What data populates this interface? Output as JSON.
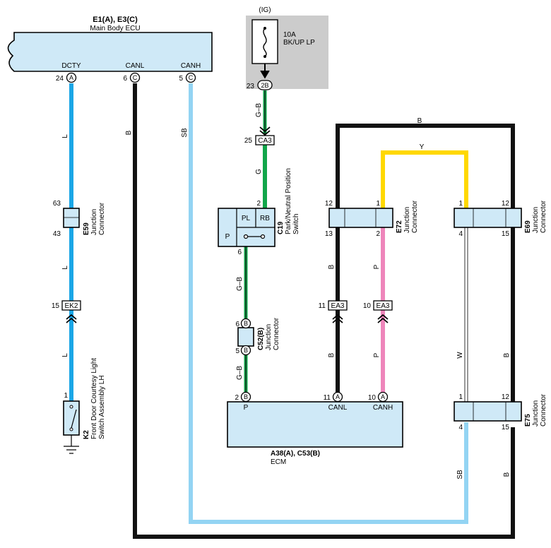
{
  "colors": {
    "L": "#1aa6e6",
    "B": "#111111",
    "SB": "#93d4f3",
    "G": "#11a64a",
    "Y": "#ffd800",
    "P": "#ee86bb",
    "W": "#ffffff",
    "box_fill": "#cfe9f7",
    "ig_fill": "#cccccc"
  },
  "components": {
    "main_ecu": {
      "code": "E1(A), E3(C)",
      "name": "Main Body ECU",
      "pins": {
        "dcty": "DCTY",
        "canl": "CANL",
        "canh": "CANH"
      },
      "pin_nums": {
        "dcty": "24",
        "canl": "6",
        "canh": "5"
      },
      "conn": {
        "dcty": "A",
        "canl": "C",
        "canh": "C"
      }
    },
    "ig": {
      "label": "(IG)",
      "fuse_amp": "10A",
      "fuse_name": "BK/UP LP",
      "pin_num": "23",
      "pin_conn": "2B"
    },
    "ca3": {
      "pin": "25",
      "name": "CA3"
    },
    "c19": {
      "code": "C19",
      "name_line1": "Park/Neutral Position",
      "name_line2": "Switch",
      "top_pin": "2",
      "bottom_pin": "6",
      "pl": "PL",
      "rb": "RB",
      "p": "P"
    },
    "c52": {
      "code": "C52(B)",
      "name_line1": "Junction",
      "name_line2": "Connector",
      "top_pin": "6",
      "bottom_pin": "5",
      "conn": "B"
    },
    "ecm": {
      "code": "A38(A), C53(B)",
      "name": "ECM",
      "pins": {
        "p": "P",
        "canl": "CANL",
        "canh": "CANH"
      },
      "pin_nums": {
        "p": "2",
        "canl": "11",
        "canh": "10"
      },
      "conn": {
        "p": "B",
        "canl": "A",
        "canh": "A"
      }
    },
    "e59": {
      "code": "E59",
      "name_line1": "Junction",
      "name_line2": "Connector",
      "top_pin": "63",
      "bottom_pin": "43"
    },
    "ek2": {
      "pin": "15",
      "name": "EK2"
    },
    "k2": {
      "code": "K2",
      "name_line1": "Front Door Courtesy Light",
      "name_line2": "Switch Assembly LH",
      "pin": "1"
    },
    "e72": {
      "code": "E72",
      "name_line1": "Junction",
      "name_line2": "Connector",
      "pins": {
        "tl": "12",
        "tr": "1",
        "bl": "13",
        "br": "2"
      }
    },
    "e69": {
      "code": "E69",
      "name_line1": "Junction",
      "name_line2": "Connector",
      "pins": {
        "tl": "1",
        "tr": "12",
        "bl": "4",
        "br": "15"
      }
    },
    "e75": {
      "code": "E75",
      "name_line1": "Junction",
      "name_line2": "Connector",
      "pins": {
        "tl": "1",
        "tr": "12",
        "bl": "4",
        "br": "15"
      }
    },
    "ea3_left": {
      "pin": "11",
      "name": "EA3"
    },
    "ea3_right": {
      "pin": "10",
      "name": "EA3"
    }
  },
  "wire_labels": {
    "dcty_l1": "L",
    "dcty_l2": "L",
    "dcty_l3": "L",
    "canl_b": "B",
    "canh_sb": "SB",
    "ig_gb": "G–B",
    "ca3_g": "G",
    "c19_gb": "G–B",
    "c52_gb": "G–B",
    "top_b": "B",
    "top_y": "Y",
    "e72_b1": "B",
    "e72_b2": "B",
    "e72_p1": "P",
    "e72_p2": "P",
    "w": "W",
    "right_b1": "B",
    "right_b2": "B",
    "e75_sb": "SB"
  }
}
